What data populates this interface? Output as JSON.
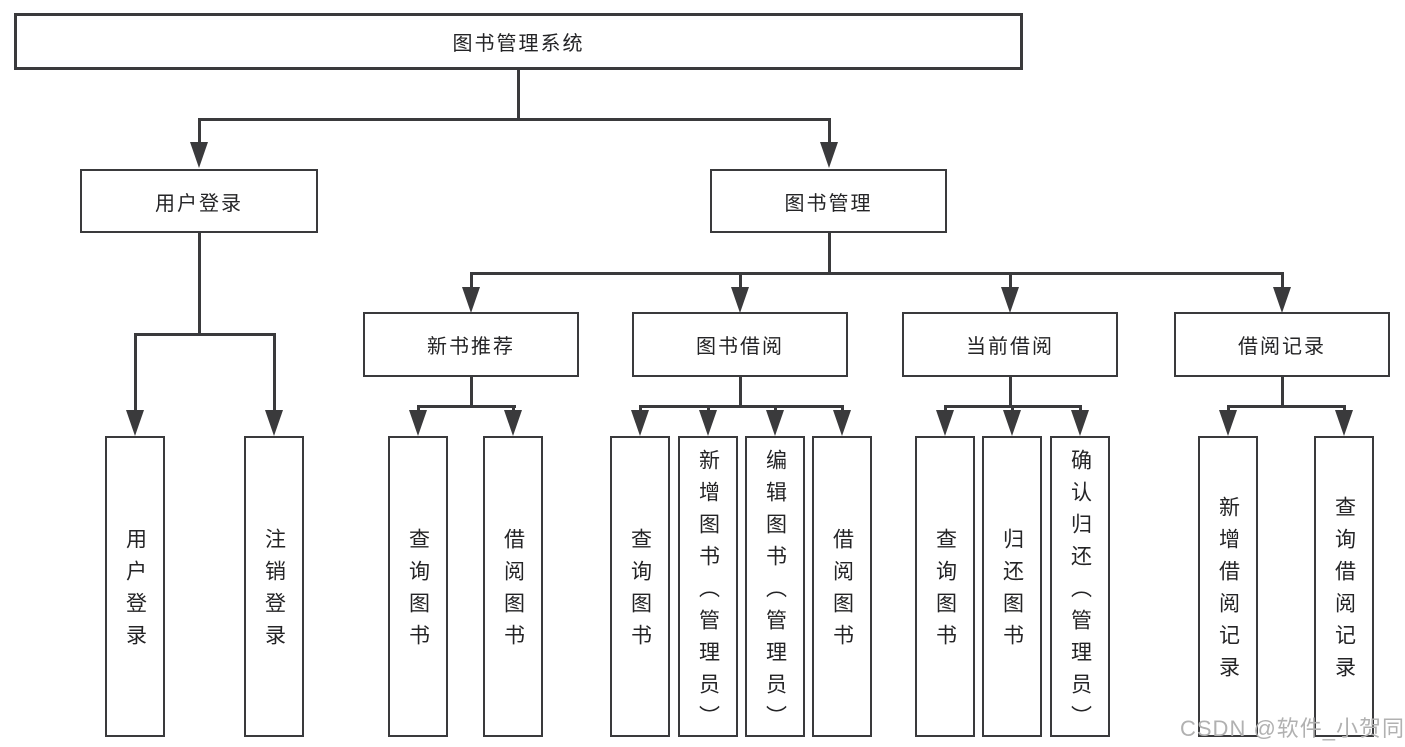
{
  "diagram_title": "图书管理系统",
  "watermark": "CSDN @软件_小贺同学",
  "colors": {
    "line": "#3a3a3c",
    "box_border": "#3a3a3c",
    "box_background": "#ffffff",
    "text": "#242426",
    "watermark": "#b1b1b1",
    "background": "#ffffff"
  },
  "nodes": {
    "root": "图书管理系统",
    "userLogin": "用户登录",
    "bookMgmt": "图书管理",
    "newBookRec": "新书推荐",
    "bookBorrow": "图书借阅",
    "currentBorrow": "当前借阅",
    "borrowRecords": "借阅记录",
    "leafUserLogin": "用户登录",
    "leafLogout": "注销登录",
    "leafQueryBooksA": "查询图书",
    "leafBorrowBooksA": "借阅图书",
    "leafQueryBooksB": "查询图书",
    "leafAddBookAdmin": "新增图书（管理员）",
    "leafEditBookAdmin": "编辑图书（管理员）",
    "leafBorrowBooksB": "借阅图书",
    "leafQueryBooksC": "查询图书",
    "leafReturnBooks": "归还图书",
    "leafConfirmReturnAdmin": "确认归还（管理员）",
    "leafAddBorrowRecord": "新增借阅记录",
    "leafQueryBorrowRecord": "查询借阅记录"
  },
  "hierarchy": {
    "root": [
      "userLogin",
      "bookMgmt"
    ],
    "userLogin": [
      "leafUserLogin",
      "leafLogout"
    ],
    "bookMgmt": [
      "newBookRec",
      "bookBorrow",
      "currentBorrow",
      "borrowRecords"
    ],
    "newBookRec": [
      "leafQueryBooksA",
      "leafBorrowBooksA"
    ],
    "bookBorrow": [
      "leafQueryBooksB",
      "leafAddBookAdmin",
      "leafEditBookAdmin",
      "leafBorrowBooksB"
    ],
    "currentBorrow": [
      "leafQueryBooksC",
      "leafReturnBooks",
      "leafConfirmReturnAdmin"
    ],
    "borrowRecords": [
      "leafAddBorrowRecord",
      "leafQueryBorrowRecord"
    ]
  }
}
